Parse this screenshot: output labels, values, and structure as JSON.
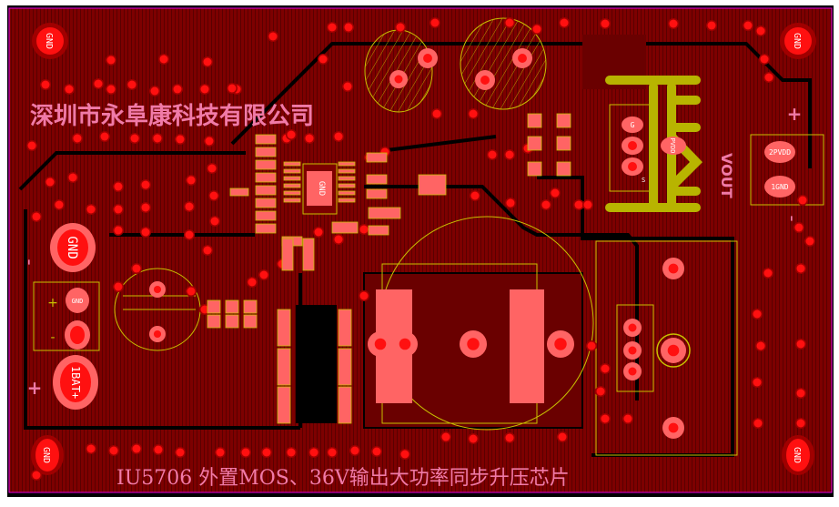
{
  "board": {
    "company_label": "深圳市永阜康科技有限公司",
    "title_label": "IU5706 外置MOS、36V输出大功率同步升压芯片",
    "vout_label": "VOUT",
    "ic_label": "GND",
    "pads": {
      "gnd_top_left": "GND",
      "gnd_top_right": "GND",
      "gnd_bottom_left": "GND",
      "gnd_bottom_right": "GND",
      "gnd_big": "GND",
      "bat_plus": "1BAT+",
      "input_gnd": "GND",
      "output_pvdd": "2PVDD",
      "output_gnd": "1GND",
      "mosfet_gate": "G",
      "mosfet_source": "S",
      "mosfet_pvdd": "PVDD"
    },
    "polarity": {
      "plus_right": "+",
      "minus_right": "-",
      "plus_left": "+",
      "minus_left": "-",
      "input_plus": "+",
      "input_minus": "-"
    },
    "colors": {
      "copper": "#7a0000",
      "via": "#ff0000",
      "pad": "#ff6464",
      "silkscreen": "#f07aa8",
      "outline": "#c8c000",
      "board_edge": "#e000e0"
    }
  }
}
